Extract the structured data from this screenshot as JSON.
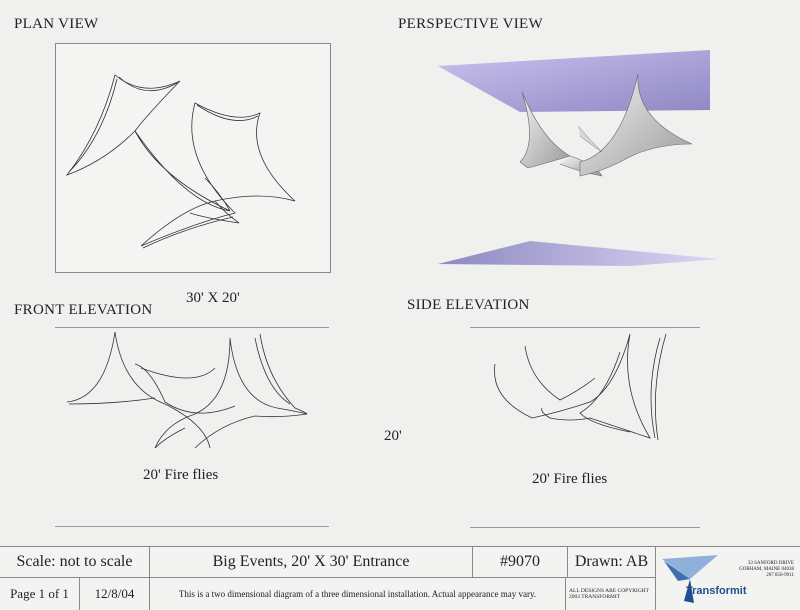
{
  "views": {
    "plan": {
      "title": "PLAN VIEW",
      "dimension": "30' X 20'"
    },
    "perspective": {
      "title": "PERSPECTIVE VIEW"
    },
    "front": {
      "title": "FRONT ELEVATION",
      "caption": "20' Fire flies"
    },
    "side": {
      "title": "SIDE ELEVATION",
      "caption": "20' Fire flies"
    },
    "height_label": "20'"
  },
  "title_block": {
    "scale": "Scale: not to scale",
    "project": "Big Events, 20' X 30'  Entrance",
    "number": "#9070",
    "drawn": "Drawn: AB",
    "page": "Page 1 of 1",
    "date": "12/8/04",
    "disclaimer": "This is a two dimensional diagram of a three dimensional installation. Actual appearance may vary.",
    "copyright_line1": "ALL DESIGNS ARE COPYRIGHT",
    "copyright_line2": "2003 TRANSFORMIT",
    "company": {
      "name": "Transformit",
      "address1": "33 SANFORD DRIVE",
      "address2": "GORHAM, MAINE 04038",
      "phone": "207 856-9911",
      "brand_color": "#1f4f8f"
    }
  }
}
